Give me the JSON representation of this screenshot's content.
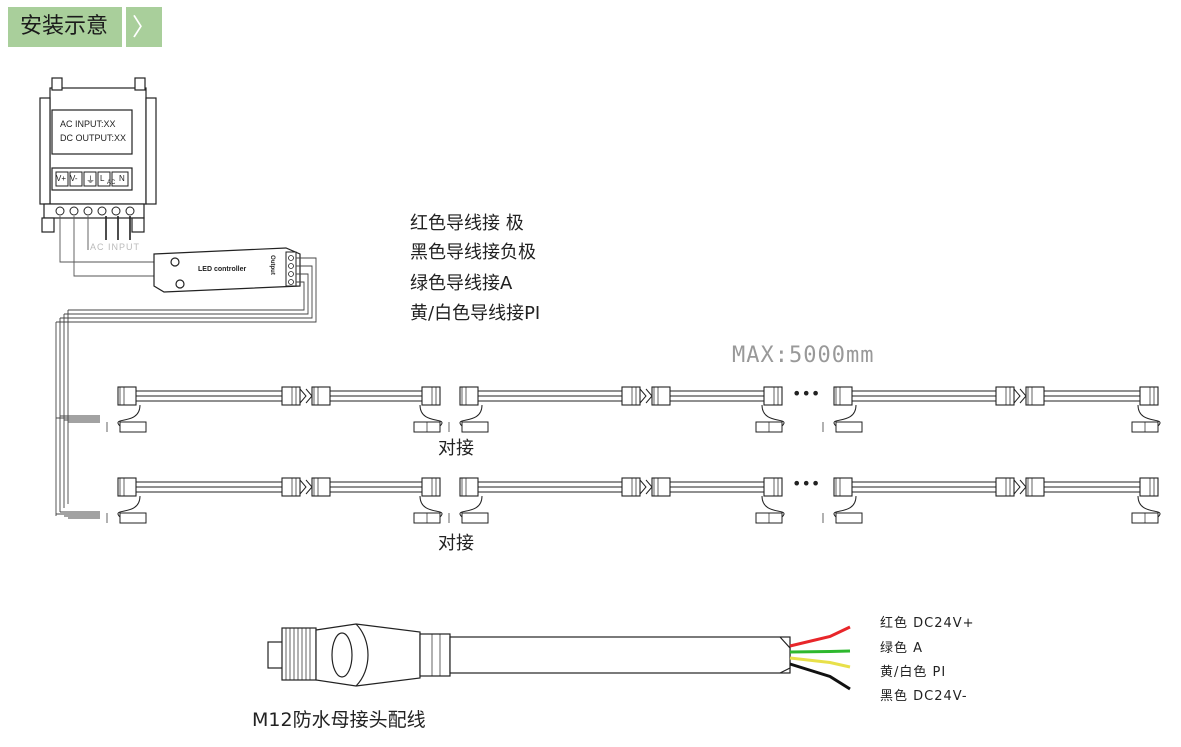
{
  "header": {
    "title": "安装示意",
    "arrow": "〉"
  },
  "power_supply": {
    "ac_input": "AC INPUT:XX",
    "dc_output": "DC OUTPUT:XX",
    "terminals": [
      "V+",
      "V-",
      "⏚",
      "L",
      "AC",
      "N"
    ],
    "ac_input_label": "AC INPUT"
  },
  "controller": {
    "label": "LED controller",
    "output_label": "Output"
  },
  "wire_notes": [
    "红色导线接 极",
    "黑色导线接负极",
    "绿色导线接A",
    "黄/白色导线接PI"
  ],
  "max_length": "MAX:5000mm",
  "ellipsis": "•••",
  "join_label": "对接",
  "connector": {
    "caption": "M12防水母接头配线",
    "wires": [
      {
        "label": "红色  DC24V+",
        "color": "#e8262a"
      },
      {
        "label": "绿色  A",
        "color": "#2eb82e"
      },
      {
        "label": "黄/白色  PI",
        "color": "#e8e04a"
      },
      {
        "label": "黑色  DC24V-",
        "color": "#111111"
      }
    ]
  }
}
